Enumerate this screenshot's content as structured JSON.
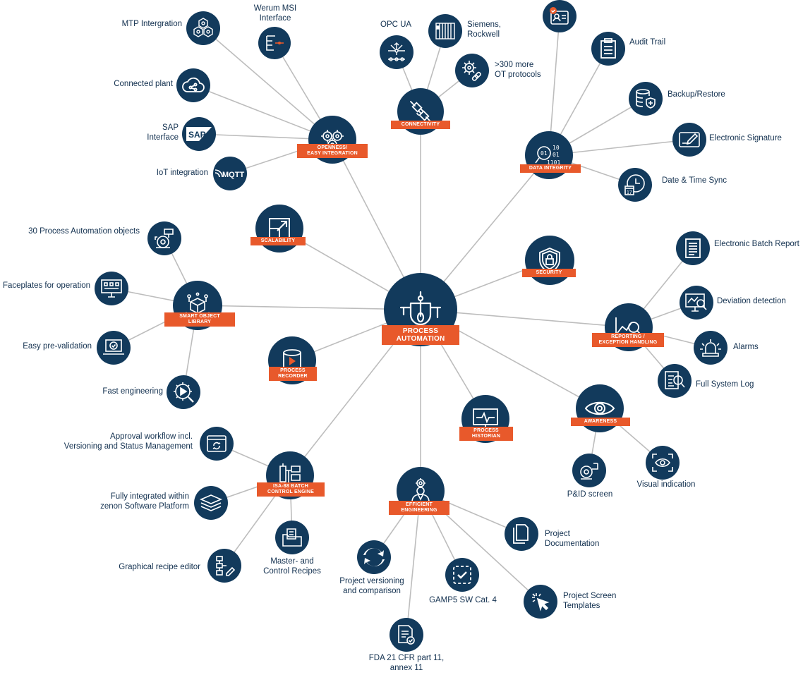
{
  "colors": {
    "node": "#123a5c",
    "ribbon": "#e8592b",
    "line": "#bdbdbd",
    "text": "#12304f"
  },
  "center": {
    "title_line1": "PROCESS",
    "title_line2": "AUTOMATION",
    "icon": "process-vessel-icon"
  },
  "hubs": {
    "openness": {
      "label_line1": "OPENNESS/",
      "label_line2": "EASY INTEGRATION",
      "icon": "gears-icon"
    },
    "connectivity": {
      "label": "CONNECTIVITY",
      "icon": "plug-icon"
    },
    "data_integrity": {
      "label": "DATA INTEGRITY",
      "icon": "binary-magnifier-icon"
    },
    "scalability": {
      "label": "SCALABILITY",
      "icon": "expand-icon"
    },
    "security": {
      "label": "SECURITY",
      "icon": "shield-lock-icon"
    },
    "smart_object_library": {
      "label_line1": "SMART OBJECT",
      "label_line2": "LIBRARY",
      "icon": "cube-network-icon"
    },
    "reporting": {
      "label_line1": "REPORTING /",
      "label_line2": "EXCEPTION HANDLING",
      "icon": "chart-magnifier-icon"
    },
    "process_recorder": {
      "label_line1": "PROCESS",
      "label_line2": "RECORDER",
      "icon": "record-database-icon"
    },
    "awareness": {
      "label": "AWARENESS",
      "icon": "eye-icon"
    },
    "process_historian": {
      "label_line1": "PROCESS",
      "label_line2": "HISTORIAN",
      "icon": "monitor-pulse-icon"
    },
    "isa88": {
      "label_line1": "ISA-88 BATCH",
      "label_line2": "CONTROL ENGINE",
      "icon": "batch-tanks-icon"
    },
    "efficient_engineering": {
      "label_line1": "EFFICIENT",
      "label_line2": "ENGINEERING",
      "icon": "engineer-gear-icon"
    }
  },
  "leaves": {
    "mtp": {
      "line1": "MTP Intergration",
      "icon": "mtp-hexagons-icon"
    },
    "werum": {
      "line1": "Werum MSI",
      "line2": "Interface",
      "icon": "tree-structure-icon"
    },
    "connected_plant": {
      "line1": "Connected plant",
      "icon": "cloud-network-icon"
    },
    "sap": {
      "line1": "SAP",
      "line2": "Interface",
      "icon": "sap-logo-icon",
      "logo_text": "SAP"
    },
    "iot": {
      "line1": "IoT integration",
      "icon": "mqtt-logo-icon",
      "logo_text": "MQTT"
    },
    "opcua": {
      "line1": "OPC UA",
      "icon": "opcua-network-icon"
    },
    "siemens": {
      "line1": "Siemens,",
      "line2": "Rockwell",
      "icon": "plc-rack-icon"
    },
    "ot_protocols": {
      "line1": ">300 more",
      "line2": "OT protocols",
      "icon": "gear-link-icon"
    },
    "user_badge": {
      "icon": "id-card-check-icon"
    },
    "audit_trail": {
      "line1": "Audit Trail",
      "icon": "clipboard-list-icon"
    },
    "backup": {
      "line1": "Backup/Restore",
      "icon": "database-shield-icon"
    },
    "esignature": {
      "line1": "Electronic Signature",
      "icon": "tablet-pen-icon"
    },
    "datetime": {
      "line1": "Date & Time Sync",
      "icon": "calendar-clock-icon",
      "calendar_text": "17"
    },
    "pa_objects": {
      "line1": "30 Process Automation objects",
      "icon": "valve-pump-icon"
    },
    "faceplates": {
      "line1": "Faceplates for operation",
      "icon": "monitor-panel-icon"
    },
    "prevalidation": {
      "line1": "Easy pre-validation",
      "icon": "laptop-check-icon"
    },
    "fast_engineering": {
      "line1": "Fast engineering",
      "icon": "gear-play-icon"
    },
    "ebr": {
      "line1": "Electronic Batch Report",
      "icon": "document-lines-icon"
    },
    "deviation": {
      "line1": "Deviation detection",
      "icon": "monitor-magnifier-icon"
    },
    "alarms": {
      "line1": "Alarms",
      "icon": "alarm-beacon-icon"
    },
    "system_log": {
      "line1": "Full System Log",
      "icon": "log-magnifier-icon"
    },
    "pid_screen": {
      "line1": "P&ID screen",
      "icon": "pid-pump-icon"
    },
    "visual_indication": {
      "line1": "Visual indication",
      "icon": "eye-frame-icon"
    },
    "approval": {
      "line1": "Approval workflow incl.",
      "line2": "Versioning and Status Management",
      "icon": "window-refresh-icon"
    },
    "zenon": {
      "line1": "Fully integrated within",
      "line2": "zenon Software Platform",
      "icon": "layers-icon"
    },
    "recipe_editor": {
      "line1": "Graphical recipe editor",
      "icon": "flowchart-pen-icon"
    },
    "master_recipes": {
      "line1": "Master- and",
      "line2": "Control Recipes",
      "icon": "folder-documents-icon"
    },
    "project_doc": {
      "line1": "Project",
      "line2": "Documentation",
      "icon": "copy-documents-icon"
    },
    "project_versioning": {
      "line1": "Project versioning",
      "line2": "and comparison",
      "icon": "sync-arrows-icon"
    },
    "gamp5": {
      "line1": "GAMP5 SW Cat. 4",
      "icon": "dashed-check-icon"
    },
    "screen_templates": {
      "line1": "Project Screen",
      "line2": "Templates",
      "icon": "cursor-click-icon"
    },
    "fda": {
      "line1": "FDA 21 CFR part 11,",
      "line2": "annex 11",
      "icon": "document-check-icon"
    }
  }
}
